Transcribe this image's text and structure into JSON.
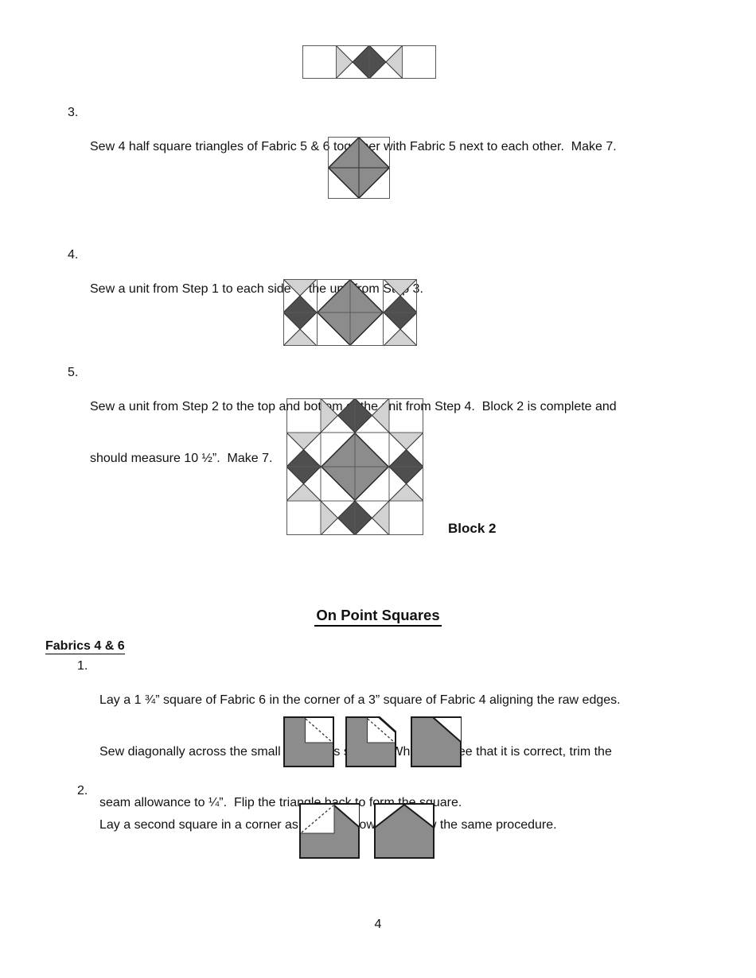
{
  "colors": {
    "dark": "#4f4f4f",
    "mid": "#8c8c8c",
    "light": "#d2d2d2",
    "grid": "#5a5a5a",
    "edge": "#1a1a1a"
  },
  "instructions": {
    "step3": {
      "num": "3.",
      "lines": [
        "Sew 4 half square triangles of Fabric 5 & 6 together with Fabric 5 next to each other.  Make 7."
      ]
    },
    "step4": {
      "num": "4.",
      "lines": [
        "Sew a unit from Step 1 to each side of the unit from Step 3."
      ]
    },
    "step5": {
      "num": "5.",
      "lines": [
        "Sew a unit from Step 2 to the top and bottom of the unit from Step 4.  Block 2 is complete and",
        "should measure 10 ½”.  Make 7."
      ]
    }
  },
  "block2_label": "Block 2",
  "on_point": {
    "title": "On Point Squares",
    "fabrics_heading": "Fabrics 4 & 6",
    "step1": {
      "num": "1.",
      "lines": [
        "Lay a 1 ¾” square of Fabric 6 in the corner of a 3” square of Fabric 4 aligning the raw edges.",
        "Sew diagonally across the small square as shown.  When you see that it is correct, trim the",
        "seam allowance to ¼”.  Flip the triangle back to form the square."
      ]
    },
    "step2": {
      "num": "2.",
      "lines": [
        "Lay a second square in a corner as shown below and follow the same procedure."
      ]
    }
  },
  "page_number": "4"
}
